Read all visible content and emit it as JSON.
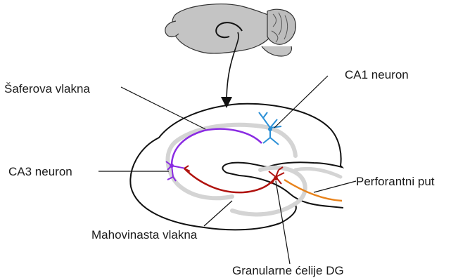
{
  "labels": {
    "schaffer": "Šaferova vlakna",
    "ca1": "CA1 neuron",
    "ca3": "CA3 neuron",
    "perforant": "Perforantni put",
    "mossy": "Mahovinasta vlakna",
    "granule": "Granularne ćelije DG"
  },
  "colors": {
    "schaffer_fiber": "#8a2be2",
    "ca1_neuron": "#2a8fd6",
    "mossy_fiber": "#b0120e",
    "perforant_path": "#e8821a",
    "brain_fill": "#c7c7c7",
    "hippocampus_band": "#d4d4d4",
    "outline": "#111111"
  }
}
